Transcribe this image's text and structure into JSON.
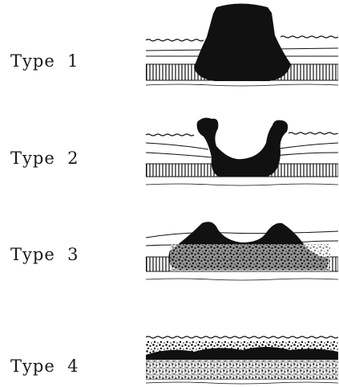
{
  "types": [
    {
      "label": "Type  1"
    },
    {
      "label": "Type  2"
    },
    {
      "label": "Type  3"
    },
    {
      "label": "Type  4"
    }
  ],
  "colors": {
    "ink": "#111111",
    "paper": "#ffffff"
  }
}
